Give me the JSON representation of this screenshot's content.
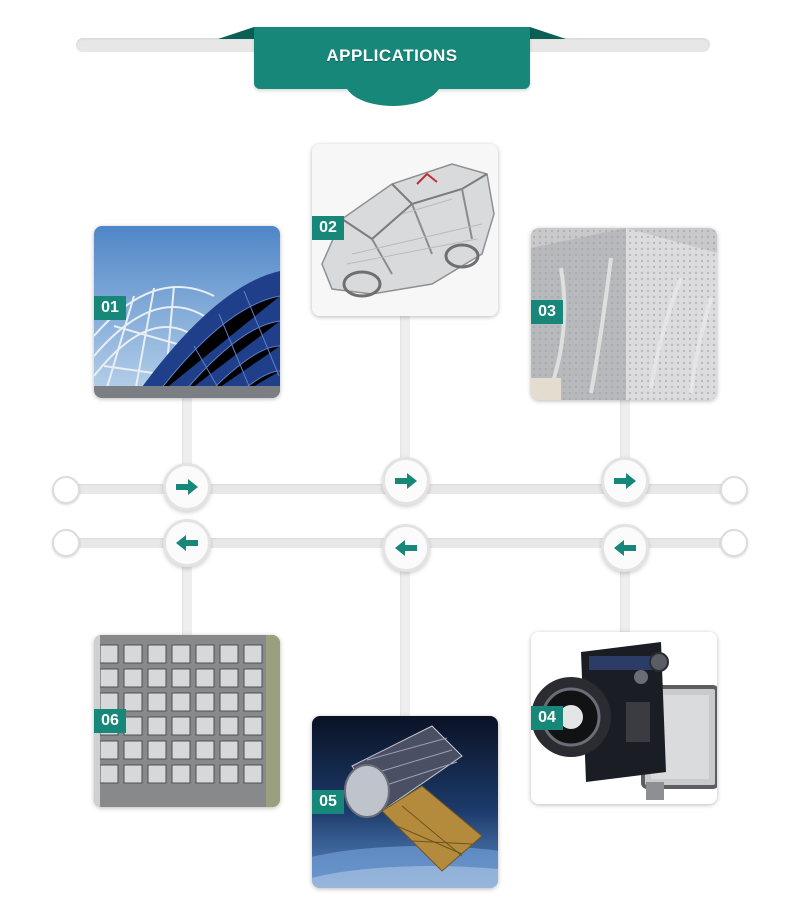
{
  "header": {
    "title": "APPLICATIONS"
  },
  "cards": [
    {
      "number": "01"
    },
    {
      "number": "02"
    },
    {
      "number": "03"
    },
    {
      "number": "04"
    },
    {
      "number": "05"
    },
    {
      "number": "06"
    }
  ],
  "colors": {
    "accent": "#17877a",
    "accent_dark": "#0b5f55",
    "track": "#e8e8e8"
  },
  "icons": {
    "forward": "arrow-right-icon",
    "back": "arrow-left-icon"
  }
}
